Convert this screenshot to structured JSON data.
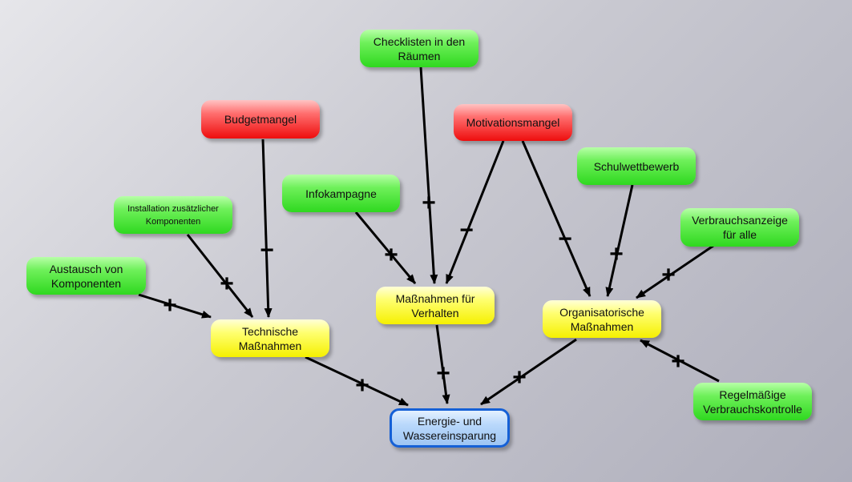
{
  "nodes": {
    "checklisten": "Checklisten in den\nRäumen",
    "budgetmangel": "Budgetmangel",
    "motivationsmangel": "Motivationsmangel",
    "schulwettbewerb": "Schulwettbewerb",
    "infokampagne": "Infokampagne",
    "installation": "Installation zusätzlicher\nKomponenten",
    "verbrauchsanzeige": "Verbrauchsanzeige\nfür alle",
    "austausch": "Austausch von\nKomponenten",
    "massnahmen_verhalten": "Maßnahmen für\nVerhalten",
    "organisatorische": "Organisatorische\nMaßnahmen",
    "technische": "Technische\nMaßnahmen",
    "regelmaessige": "Regelmäßige\nVerbrauchskontrolle",
    "energie": "Energie- und\nWassereinsparung"
  },
  "signs": {
    "plus": "+",
    "minus": "−"
  },
  "colors": {
    "driver": "#2fd81f",
    "obstacle": "#ee0d0d",
    "measure": "#f5f000",
    "goal": "#9ec5f3",
    "goal_border": "#1560d6",
    "arrow": "#000000"
  }
}
